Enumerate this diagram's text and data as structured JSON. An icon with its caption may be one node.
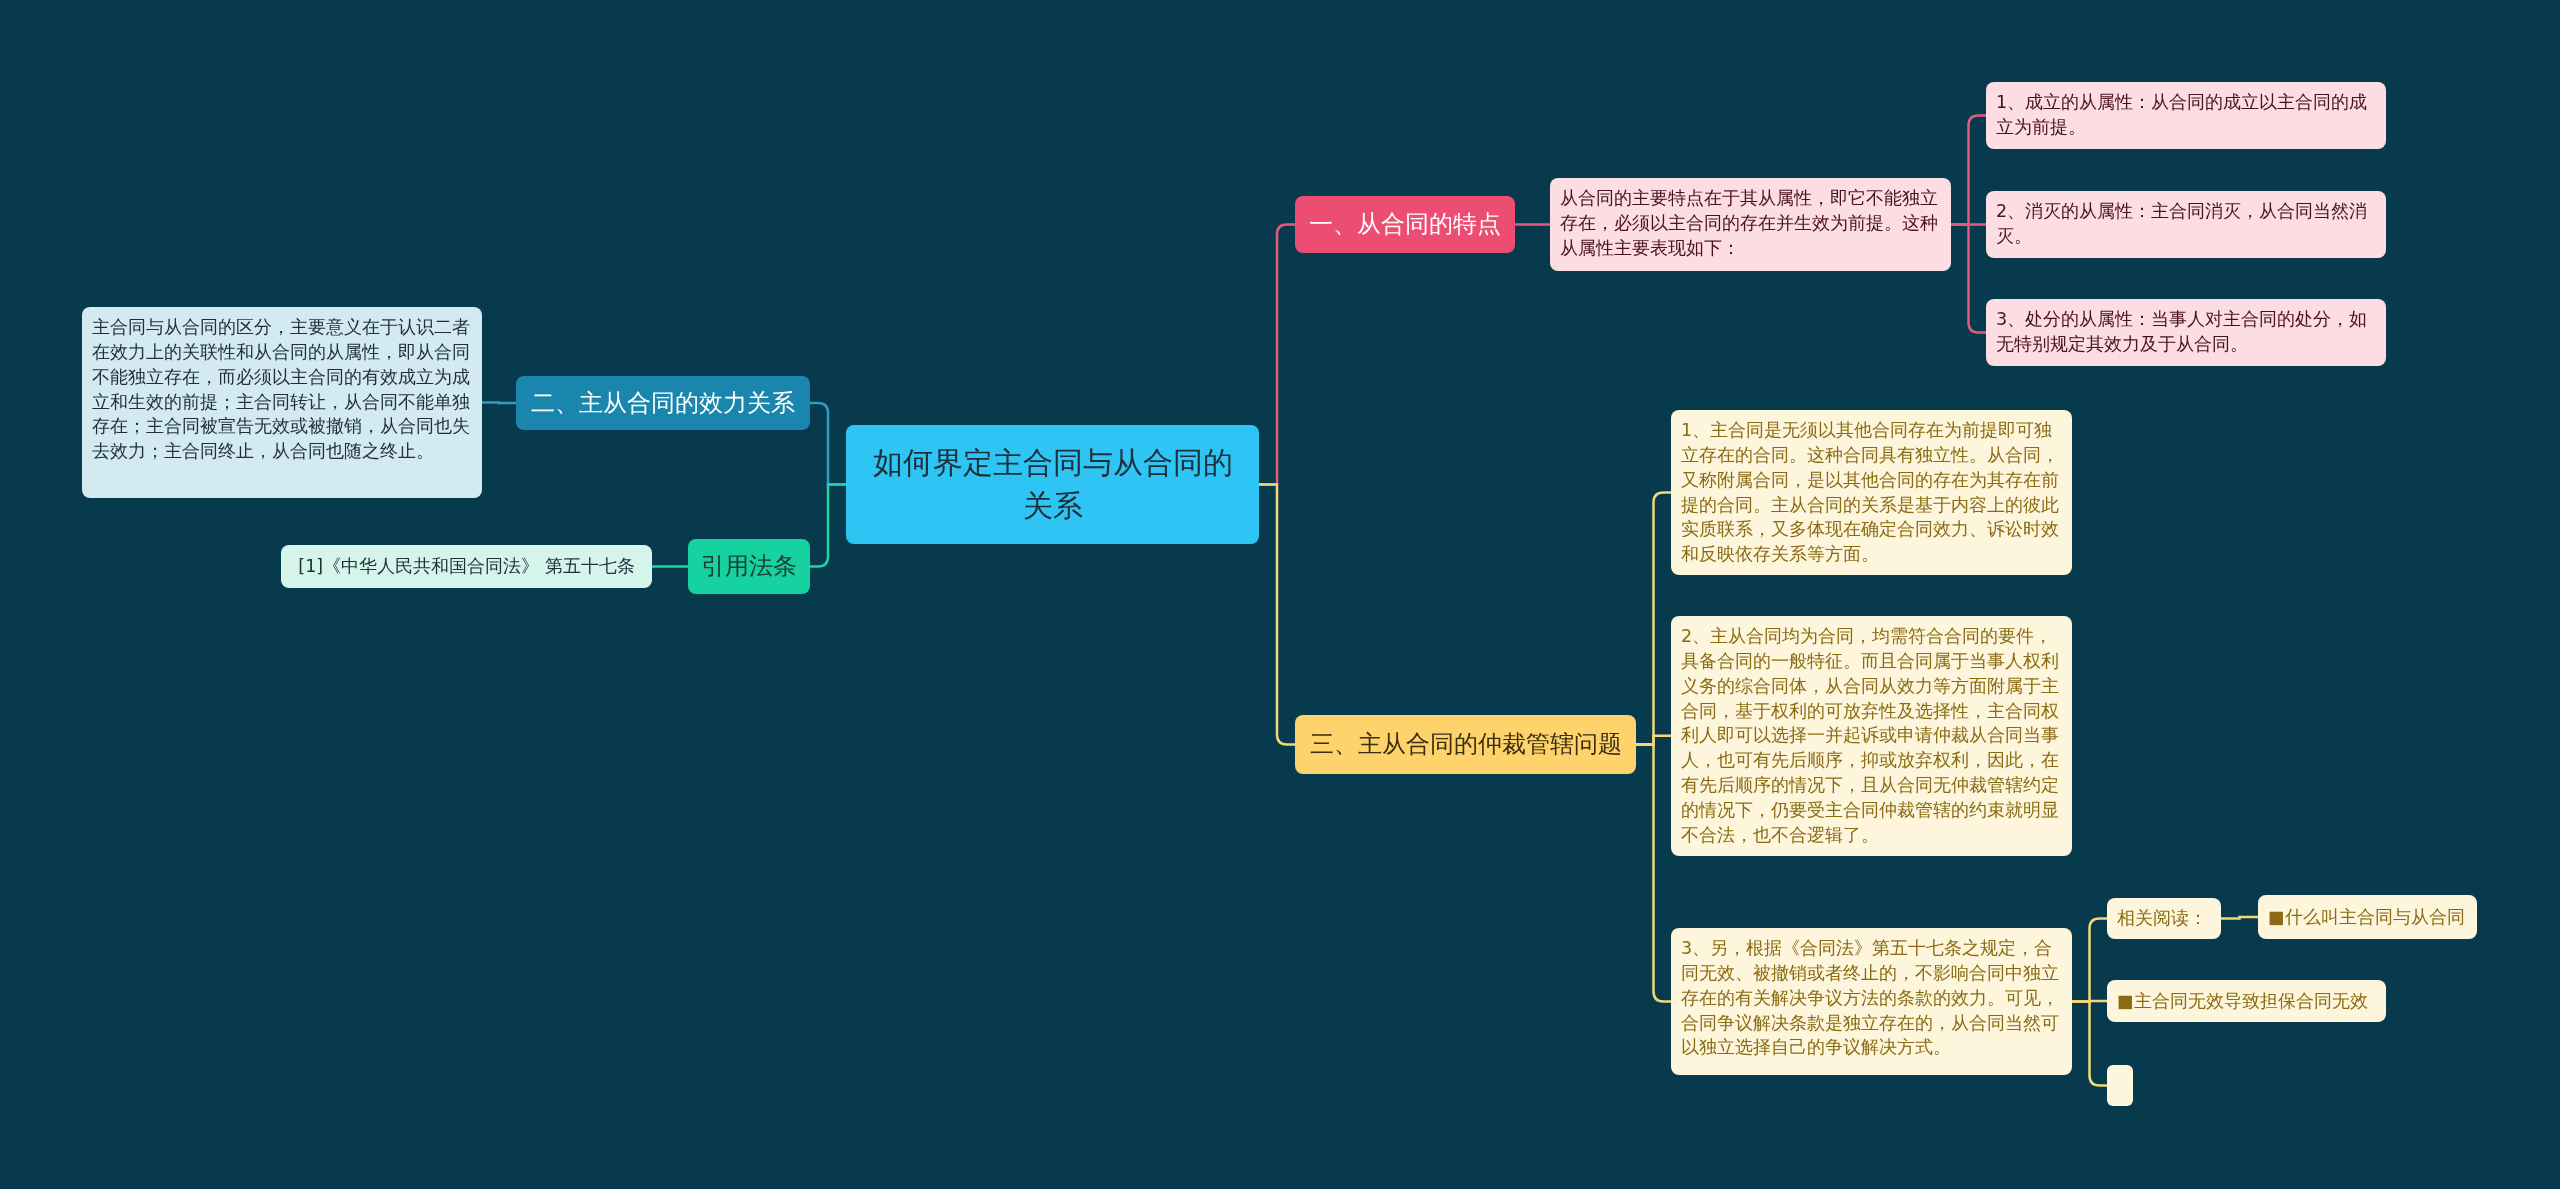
{
  "diagram": {
    "nodes": [
      {
        "text": [
          "如何界定主合同与从合同的关系"
        ]
      },
      {
        "text": [
          "一、从合同的特点"
        ]
      },
      {
        "text": [
          "从合同的主要特点在于其从属性，即它不能独立存在，必须以主合同的存在并生效为前提。这种从属性主要表现如下："
        ]
      },
      {
        "text": [
          "1、成立的从属性：从合同的成立以主合同的成立为前提。"
        ]
      },
      {
        "text": [
          "2、消灭的从属性：主合同消灭，从合同当然消灭。"
        ]
      },
      {
        "text": [
          "3、处分的从属性：当事人对主合同的处分，如无特别规定其效力及于从合同。"
        ]
      },
      {
        "text": [
          "三、主从合同的仲裁管辖问题"
        ]
      },
      {
        "text": [
          "1、主合同是无须以其他合同存在为前提即可独立存在的合同。这种合同具有独立性。从合同，又称附属合同，是以其他合同的存在为其存在前提的合同。主从合同的关系是基于内容上的彼此实质联系，又多体现在确定合同效力、诉讼时效和反映依存关系等方面。"
        ]
      },
      {
        "text": [
          "2、主从合同均为合同，均需符合合同的要件，具备合同的一般特征。而且合同属于当事人权利义务的综合同体，从合同从效力等方面附属于主合同，基于权利的可放弃性及选择性，主合同权利人即可以选择一并起诉或申请仲裁从合同当事人，也可有先后顺序，抑或放弃权利，因此，在有先后顺序的情况下，且从合同无仲裁管辖约定的情况下，仍要受主合同仲裁管辖的约束就明显不合法，也不合逻辑了。"
        ]
      },
      {
        "text": [
          "3、另，根据《合同法》第五十七条之规定，合同无效、被撤销或者终止的，不影响合同中独立存在的有关解决争议方法的条款的效力。可见，合同争议解决条款是独立存在的，从合同当然可以独立选择自己的争议解决方式。"
        ]
      },
      {
        "text": [
          "相关阅读："
        ]
      },
      {
        "text": [
          "■什么叫主合同与从合同"
        ]
      },
      {
        "text": [
          "■主合同无效导致担保合同无效"
        ]
      },
      {
        "text": [],
        "shape": "box"
      },
      {
        "text": [
          "二、主从合同的效力关系"
        ]
      },
      {
        "text": [
          "主合同与从合同的区分，主要意义在于认识二者在效力上的关联性和从合同的从属性，即从合同不能独立存在，而必须以主合同的有效成立为成立和生效的前提；主合同转让，从合同不能单独存在；主合同被宣告无效或被撤销，从合同也失去效力；主合同终止，从合同也随之终止。"
        ]
      },
      {
        "text": [
          "引用法条"
        ]
      },
      {
        "text": [
          "[1]《中华人民共和国合同法》 第五十七条"
        ]
      }
    ],
    "edges": [
      {
        "from": 0,
        "to": 1,
        "arrow": "none",
        "color": "#e45a7d"
      },
      {
        "from": 1,
        "to": 2,
        "arrow": "none",
        "color": "#e45a7d"
      },
      {
        "from": 2,
        "to": 3,
        "arrow": "none",
        "color": "#e45a7d"
      },
      {
        "from": 2,
        "to": 4,
        "arrow": "none",
        "color": "#e45a7d"
      },
      {
        "from": 2,
        "to": 5,
        "arrow": "none",
        "color": "#e45a7d"
      },
      {
        "from": 0,
        "to": 6,
        "arrow": "none",
        "color": "#f5d77a"
      },
      {
        "from": 6,
        "to": 7,
        "arrow": "none",
        "color": "#f5d77a"
      },
      {
        "from": 6,
        "to": 8,
        "arrow": "none",
        "color": "#f5d77a"
      },
      {
        "from": 6,
        "to": 9,
        "arrow": "none",
        "color": "#f5d77a"
      },
      {
        "from": 9,
        "to": 10,
        "arrow": "none",
        "color": "#f5d77a"
      },
      {
        "from": 10,
        "to": 11,
        "arrow": "none",
        "color": "#f5d77a"
      },
      {
        "from": 9,
        "to": 12,
        "arrow": "none",
        "color": "#f5d77a"
      },
      {
        "from": 9,
        "to": 13,
        "arrow": "none",
        "color": "#f5d77a"
      },
      {
        "from": 0,
        "to": 14,
        "arrow": "none",
        "color": "#2f9cc4"
      },
      {
        "from": 14,
        "to": 15,
        "arrow": "none",
        "color": "#2f9cc4"
      },
      {
        "from": 0,
        "to": 16,
        "arrow": "none",
        "color": "#22d3a3"
      },
      {
        "from": 16,
        "to": 17,
        "arrow": "none",
        "color": "#22d3a3"
      }
    ]
  }
}
